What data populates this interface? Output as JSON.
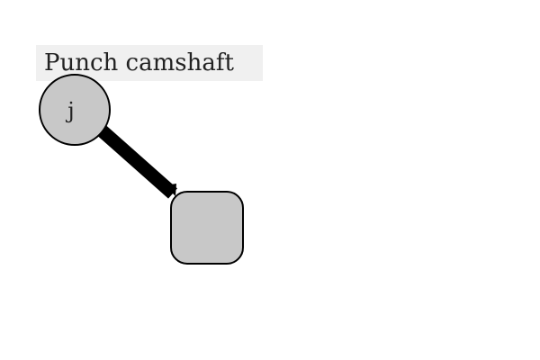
{
  "diagram": {
    "title": "Punch camshaft",
    "nodes": [
      {
        "id": "j",
        "label": "j",
        "shape": "circle",
        "fill": "#c8c8c8"
      },
      {
        "id": "box",
        "label": "",
        "shape": "rounded-square",
        "fill": "#c8c8c8"
      }
    ],
    "links": [
      {
        "from": "j",
        "to": "box",
        "style": "thick",
        "color": "#000000"
      }
    ]
  }
}
